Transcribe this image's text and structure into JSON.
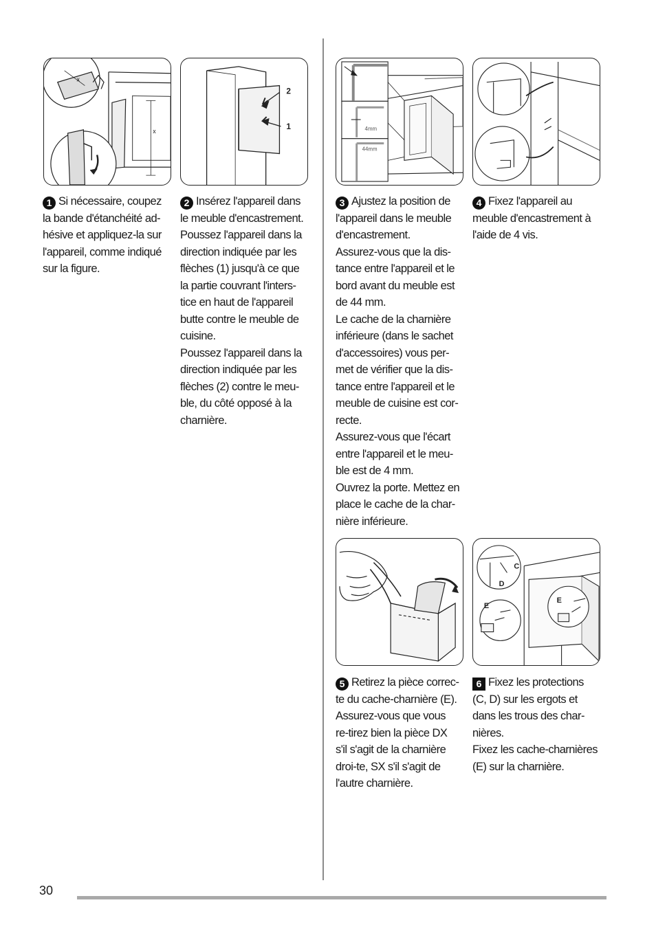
{
  "page_number": "30",
  "steps": [
    {
      "number": "1",
      "paragraphs": [
        "Si nécessaire, coupez la bande d'étanchéité ad-hésive et appliquez-la sur l'appareil, comme indiqué sur la figure."
      ]
    },
    {
      "number": "2",
      "paragraphs": [
        "Insérez l'appareil dans le meuble d'encastrement.",
        "Poussez l'appareil dans la direction indiquée par les flèches (1) jusqu'à ce que la partie couvrant l'inters-tice en haut de l'appareil butte contre le meuble de cuisine.",
        "Poussez l'appareil dans la direction indiquée par les flèches (2) contre le meu-ble, du côté opposé à la charnière."
      ]
    },
    {
      "number": "3",
      "paragraphs": [
        "Ajustez la position de l'appareil dans le meuble d'encastrement.",
        "Assurez-vous que la dis-tance entre l'appareil et le bord avant du meuble est de 44 mm.",
        "Le cache de la charnière inférieure (dans le sachet d'accessoires) vous per-met de vérifier que la dis-tance entre l'appareil et le meuble de cuisine est cor-recte.",
        "Assurez-vous que l'écart entre l'appareil et le meu-ble est de 4 mm.",
        "Ouvrez la porte. Mettez en place le cache de la char-nière inférieure."
      ]
    },
    {
      "number": "4",
      "paragraphs": [
        "Fixez l'appareil au meuble d'encastrement à l'aide de 4 vis."
      ]
    },
    {
      "number": "5",
      "paragraphs": [
        "Retirez la pièce correc-te du cache-charnière (E).",
        "Assurez-vous que vous re-tirez bien la pièce DX s'il s'agit de la charnière droi-te, SX s'il s'agit de l'autre charnière."
      ]
    },
    {
      "number": "6",
      "paragraphs": [
        "Fixez les protections (C, D) sur les ergots et dans les trous des char-nières.",
        "Fixez les cache-charnières (E) sur la charnière."
      ]
    }
  ],
  "figures": {
    "fig1": {
      "labels": [
        "x",
        "x"
      ]
    },
    "fig2": {
      "labels": [
        "2",
        "1"
      ]
    },
    "fig3": {
      "labels": [
        "4mm",
        "44mm"
      ]
    },
    "fig6": {
      "labels": [
        "C",
        "D",
        "E",
        "E"
      ]
    }
  }
}
